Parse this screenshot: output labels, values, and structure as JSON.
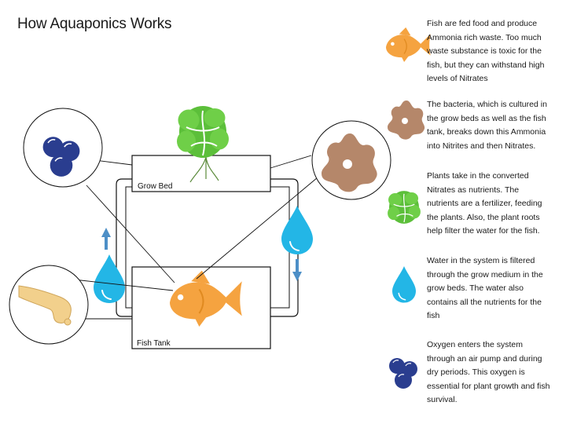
{
  "title": "How Aquaponics Works",
  "diagram": {
    "grow_bed_label": "Grow Bed",
    "fish_tank_label": "Fish Tank"
  },
  "legend": [
    {
      "icon": "fish-icon",
      "text": "Fish are fed food and produce Ammonia rich waste.  Too much waste substance is toxic for the fish, but they can withstand high levels of Nitrates"
    },
    {
      "icon": "bacteria-icon",
      "text": "The bacteria, which is cultured in the grow beds as well as the fish tank, breaks down this Ammonia into Nitrites and then Nitrates."
    },
    {
      "icon": "plant-icon",
      "text": "Plants take in the converted Nitrates as nutrients.  The nutrients are a fertilizer, feeding the plants.  Also, the plant roots help filter the water for the fish."
    },
    {
      "icon": "water-drop-icon",
      "text": "Water in the system is filtered through the grow medium in the grow beds. The water also contains all the nutrients for the fish"
    },
    {
      "icon": "oxygen-bubbles-icon",
      "text": "Oxygen enters the system through an air pump and during dry periods. This oxygen is essential for plant growth and fish survival."
    }
  ],
  "colors": {
    "fish": "#f5a340",
    "bacteria": "#b5876a",
    "plant": "#5cbf3a",
    "water": "#23b6e6",
    "oxygen": "#2a3d8f",
    "arrow": "#4d8fc7",
    "foot": "#f2d08c"
  }
}
